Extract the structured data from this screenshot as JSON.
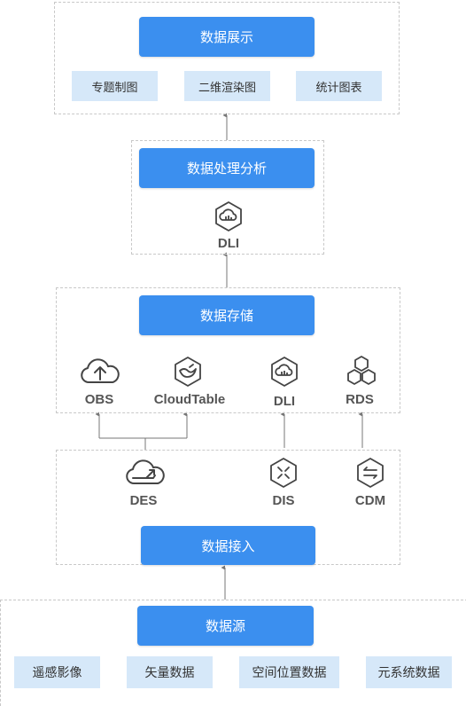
{
  "display": {
    "title": "数据展示",
    "items": [
      "专题制图",
      "二维渲染图",
      "统计图表"
    ]
  },
  "processing": {
    "title": "数据处理分析",
    "service": "DLI"
  },
  "storage": {
    "title": "数据存储",
    "services": [
      "OBS",
      "CloudTable",
      "DLI",
      "RDS"
    ]
  },
  "access": {
    "title": "数据接入",
    "services": [
      "DES",
      "DIS",
      "CDM"
    ]
  },
  "source": {
    "title": "数据源",
    "items": [
      "遥感影像",
      "矢量数据",
      "空间位置数据",
      "元系统数据"
    ]
  },
  "colors": {
    "accent": "#3b8fef",
    "light_box": "#d6e8f9",
    "icon_stroke": "#444444",
    "connector": "#777777"
  },
  "icons": [
    "cloud-hexagon-icon",
    "cloud-upload-icon",
    "cloud-bird-icon",
    "hexagon-cluster-icon",
    "cloud-transfer-icon",
    "hexagon-x-icon",
    "hexagon-swap-icon"
  ]
}
